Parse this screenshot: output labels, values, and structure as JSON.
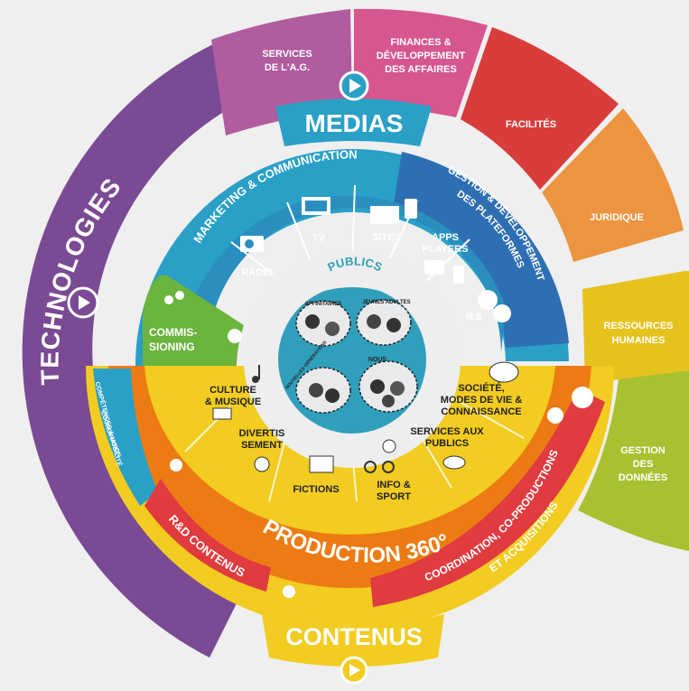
{
  "outer_segments": {
    "technologies": "TECHNOLOGIES",
    "services_ag": [
      "SERVICES",
      "DE L'A.G."
    ],
    "finances": [
      "FINANCES &",
      "DÉVELOPPEMENT",
      "DES AFFAIRES"
    ],
    "facilites": "FACILITÉS",
    "juridique": "JURIDIQUE",
    "ressources": [
      "RESSOURCES",
      "HUMAINES"
    ],
    "gestion_donnees": [
      "GESTION",
      "DES",
      "DONNÉES"
    ]
  },
  "medias": {
    "title": "MEDIAS",
    "marketing": "MARKETING & COMMUNICATION",
    "gestion_plateformes": [
      "GESTION & DÉVELOPPEMENT",
      "DES PLATEFORMES"
    ],
    "channels": {
      "radio": "RADIO",
      "tv": "TV",
      "sites": "SITES",
      "apps": [
        "APPS",
        "PLAYERS"
      ],
      "rs": "R.S"
    },
    "commissioning": [
      "COMMIS-",
      "SIONING"
    ]
  },
  "publics": {
    "title": "PUBLICS",
    "groups": [
      "AFFINITAIRES",
      "JEUNES ADULTES",
      "NOUVELLES GÉNÉRATIONS",
      "NOUS"
    ]
  },
  "contenus": {
    "title": "CONTENUS",
    "production": "PRODUCTION 360°",
    "coordination_competences": [
      "COORDINATION",
      "COMPÉTENCES & MOBILITÉ"
    ],
    "rd": "R&D CONTENUS",
    "coproductions": [
      "COORDINATION, CO-PRODUCTIONS",
      "ET ACQUISITIONS"
    ],
    "genres": {
      "culture": [
        "CULTURE",
        "& MUSIQUE"
      ],
      "divertissement": [
        "DIVERTIS",
        "SEMENT"
      ],
      "fictions": "FICTIONS",
      "info_sport": [
        "INFO &",
        "SPORT"
      ],
      "services_publics": [
        "SERVICES AUX",
        "PUBLICS"
      ],
      "societe": [
        "SOCIÉTÉ,",
        "MODES DE VIE &",
        "CONNAISSANCE"
      ]
    }
  },
  "colors": {
    "technologies": "#7b4a94",
    "services_ag": "#b15c9e",
    "finances": "#d6568f",
    "facilites": "#d83d3b",
    "juridique": "#ec9440",
    "ressources": "#e6c21d",
    "gestion_donnees": "#a7c131",
    "medias_blue": "#2aa0c7",
    "medias_dark": "#2e6fb3",
    "commissioning_green": "#6bb43e",
    "contenus_yellow": "#f2cc20",
    "production_orange": "#ec7b14",
    "red": "#e03b3f",
    "publics_teal": "#2f9fbc"
  }
}
